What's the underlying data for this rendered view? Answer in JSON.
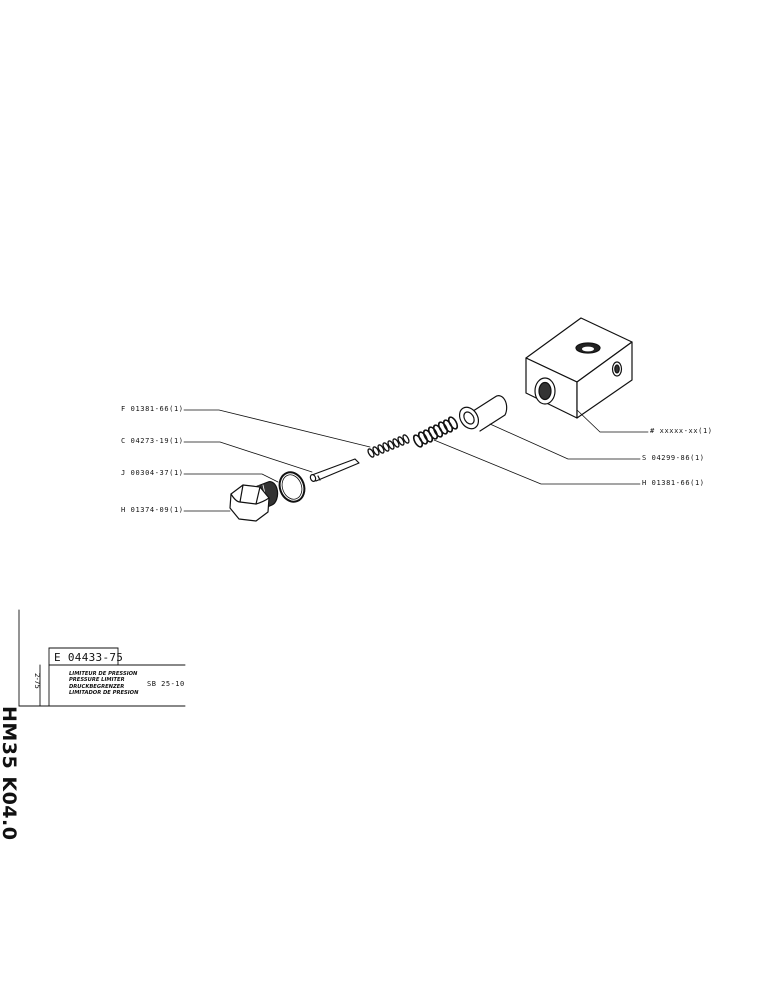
{
  "callouts": {
    "spring_small": "F 01381-66(1)",
    "pin": "C 04273-19(1)",
    "o_ring": "J 00304-37(1)",
    "plug": "H 01374-09(1)",
    "body_block": "# xxxxx-xx(1)",
    "sleeve": "S 04299-86(1)",
    "spring_large": "H 01381-66(1)"
  },
  "title_block": {
    "side_code": "HM35 K04.0",
    "side_date": "2-75",
    "doc_number": "E 04433-75",
    "title_fr": "LIMITEUR DE PRESSION",
    "title_en": "PRESSURE LIMITER",
    "title_de": "DRUCKBEGRENZER",
    "title_es": "LIMITADOR DE PRESION",
    "reference": "SB 25-10"
  },
  "colors": {
    "ink": "#111111",
    "paper": "#ffffff"
  }
}
